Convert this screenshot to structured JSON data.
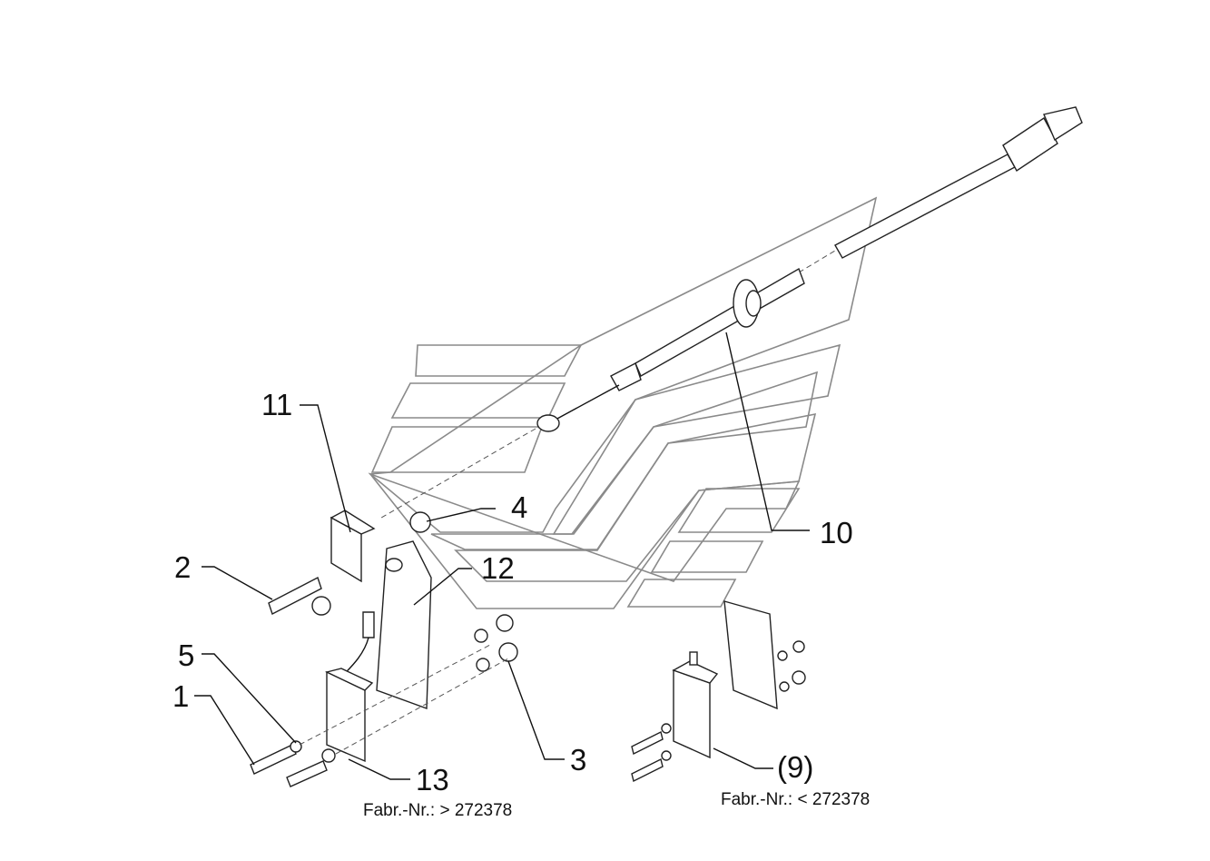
{
  "callouts": [
    "11",
    "4",
    "2",
    "12",
    "10",
    "5",
    "1",
    "3",
    "13",
    "(9)"
  ],
  "serial_right_variant": "Fabr.-Nr.: > 272378",
  "serial_left_variant": "Fabr.-Nr.: < 272378",
  "line_color": "#222222",
  "ghost_color": "#8a8a8a"
}
